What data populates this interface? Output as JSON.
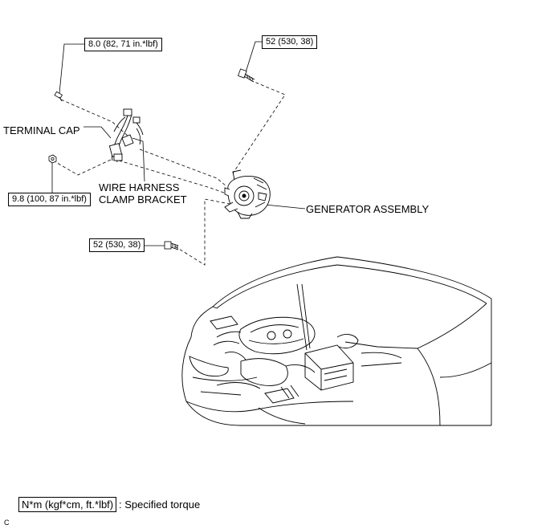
{
  "labels": {
    "terminal_cap": "TERMINAL CAP",
    "wire_harness_line1": "WIRE HARNESS",
    "wire_harness_line2": "CLAMP BRACKET",
    "generator_assembly": "GENERATOR ASSEMBLY"
  },
  "torques": {
    "top_bolt": "8.0 (82, 71 in.*lbf)",
    "upper_generator_bolt": "52 (530, 38)",
    "nut": "9.8 (100, 87 in.*lbf)",
    "lower_generator_bolt": "52 (530, 38)"
  },
  "legend": {
    "unit": "N*m (kgf*cm, ft.*lbf)",
    "description": ": Specified torque"
  },
  "corner_code": "C",
  "colors": {
    "line": "#000000",
    "background": "#ffffff"
  }
}
